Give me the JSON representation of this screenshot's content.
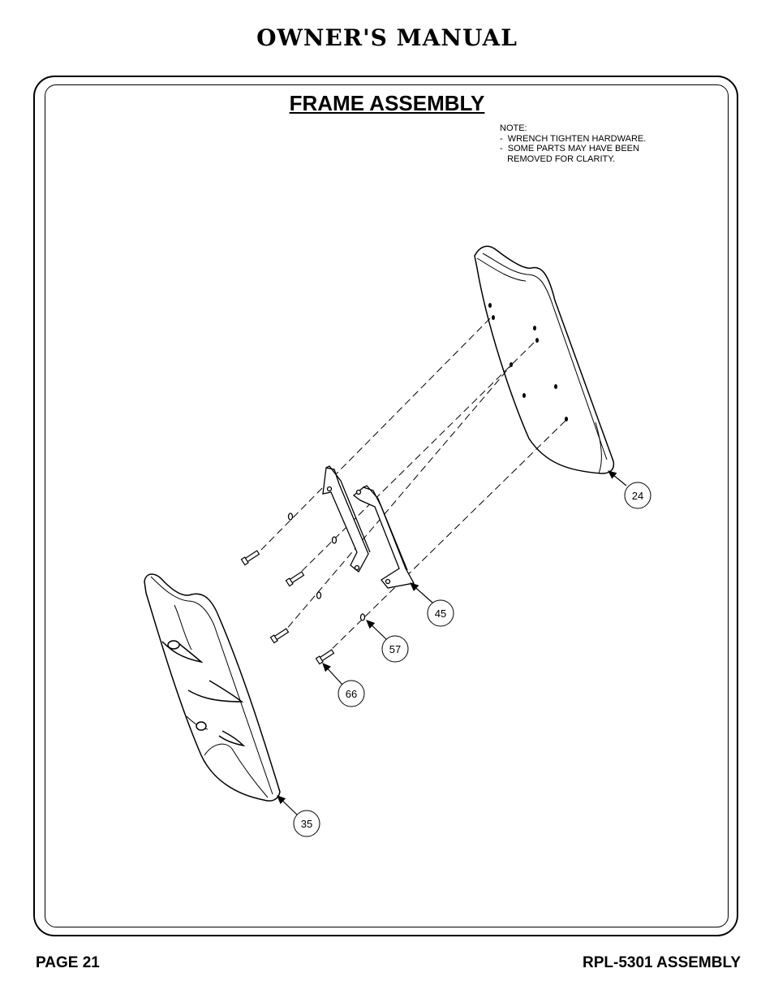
{
  "header": {
    "title": "OWNER'S MANUAL"
  },
  "section": {
    "title": "FRAME ASSEMBLY"
  },
  "note": {
    "heading": "NOTE:",
    "lines": [
      "-  WRENCH TIGHTEN HARDWARE.",
      "-  SOME PARTS MAY HAVE BEEN",
      "   REMOVED FOR CLARITY."
    ]
  },
  "callouts": {
    "p24": "24",
    "p45": "45",
    "p57": "57",
    "p66": "66",
    "p35": "35"
  },
  "footer": {
    "page": "PAGE 21",
    "model": "RPL-5301 ASSEMBLY"
  }
}
